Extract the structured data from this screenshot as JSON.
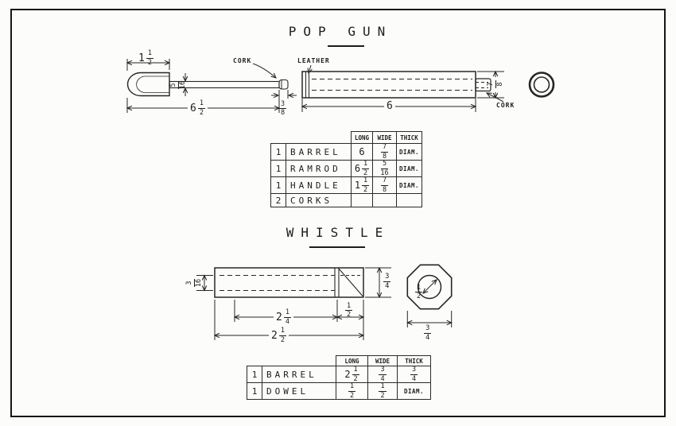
{
  "popgun": {
    "title": "POP GUN",
    "labels": {
      "cork": "CORK",
      "leather": "LEATHER",
      "cork2": "CORK"
    },
    "dims": {
      "handle_w": {
        "w": "1",
        "n": "1",
        "d": "2"
      },
      "rod_d": {
        "n": "5",
        "d": "16"
      },
      "overall": {
        "w": "6",
        "n": "1",
        "d": "2"
      },
      "cork_l": {
        "n": "3",
        "d": "8"
      },
      "barrel_l": "6",
      "barrel_d": {
        "n": "7",
        "d": "8"
      }
    },
    "table": {
      "headers": [
        "LONG",
        "WIDE",
        "THICK"
      ],
      "rows": [
        {
          "qty": "1",
          "name": "BARREL",
          "long_w": "6",
          "wide_n": "7",
          "wide_d": "8",
          "thick": "DIAM."
        },
        {
          "qty": "1",
          "name": "RAMROD",
          "long_w": "6",
          "long_n": "1",
          "long_d": "2",
          "wide_n": "5",
          "wide_d": "16",
          "thick": "DIAM."
        },
        {
          "qty": "1",
          "name": "HANDLE",
          "long_w": "1",
          "long_n": "1",
          "long_d": "2",
          "wide_n": "7",
          "wide_d": "8",
          "thick": "DIAM."
        },
        {
          "qty": "2",
          "name": "CORKS"
        }
      ]
    }
  },
  "whistle": {
    "title": "WHISTLE",
    "dims": {
      "wall": {
        "n": "3",
        "d": "16"
      },
      "height": {
        "n": "3",
        "d": "4"
      },
      "bore": {
        "w": "2",
        "n": "1",
        "d": "4"
      },
      "mouth": {
        "n": "1",
        "d": "2"
      },
      "total": {
        "w": "2",
        "n": "1",
        "d": "2"
      },
      "dowel": {
        "n": "1",
        "d": "2"
      },
      "octagon": {
        "n": "3",
        "d": "4"
      }
    },
    "table": {
      "headers": [
        "LONG",
        "WIDE",
        "THICK"
      ],
      "rows": [
        {
          "qty": "1",
          "name": "BARREL",
          "long_w": "2",
          "long_n": "1",
          "long_d": "2",
          "wide_n": "3",
          "wide_d": "4",
          "thick_n": "3",
          "thick_d": "4"
        },
        {
          "qty": "1",
          "name": "DOWEL",
          "long_n": "1",
          "long_d": "2",
          "wide_n": "1",
          "wide_d": "2",
          "thick": "DIAM."
        }
      ]
    }
  }
}
